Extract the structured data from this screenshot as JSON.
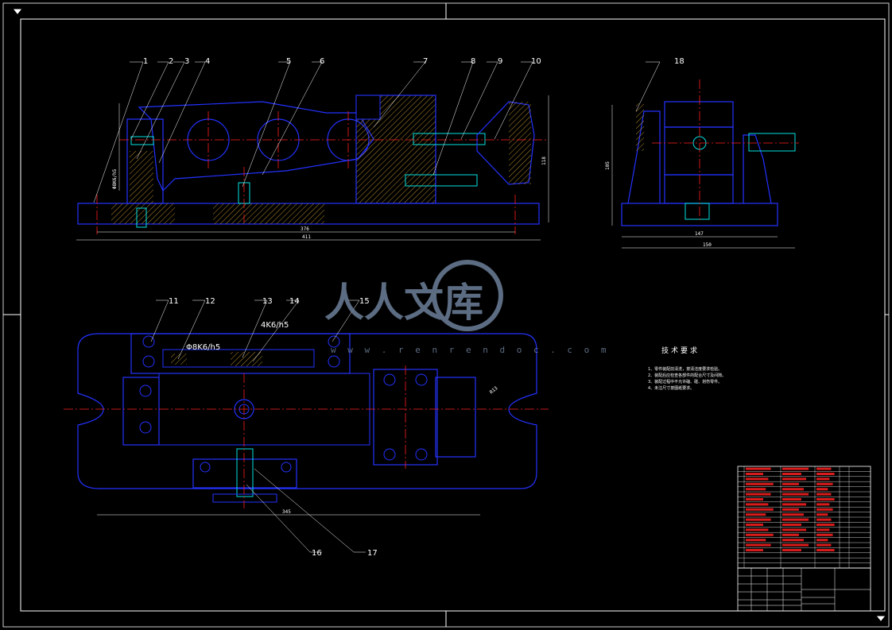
{
  "drawing": {
    "part_numbers": [
      "1",
      "2",
      "3",
      "4",
      "5",
      "6",
      "7",
      "8",
      "9",
      "10",
      "11",
      "12",
      "13",
      "14",
      "15",
      "16",
      "17",
      "18"
    ],
    "dimensions": {
      "fit_phi8": "Φ8K6/h5",
      "fit_phi8_plan": "Φ8K6/h5",
      "fit_4": "4K6/h5",
      "d_376": "376",
      "d_411": "411",
      "d_118": "118",
      "d_105": "105",
      "d_147": "147",
      "d_150": "150",
      "d_345": "345",
      "d_r13": "R13"
    },
    "technical_requirements": {
      "title": "技术要求",
      "items": [
        "1、零件装配前清洗，按清洁度要求检验。",
        "2、装配后应检查各部件的配合尺寸及间隙。",
        "3、装配过程中不允许磕、碰、划伤零件。",
        "4、未注尺寸按图纸要求。"
      ]
    }
  },
  "watermark": {
    "text": "人人文库",
    "url": "w w w . r e n r e n d o c . c o m"
  },
  "colors": {
    "background": "#000000",
    "outline": "#2432ff",
    "centerline": "#ff2020",
    "hatch": "#b08a2a",
    "fastener": "#00e0e0",
    "text": "#ffffff",
    "frame": "#ffffff"
  }
}
